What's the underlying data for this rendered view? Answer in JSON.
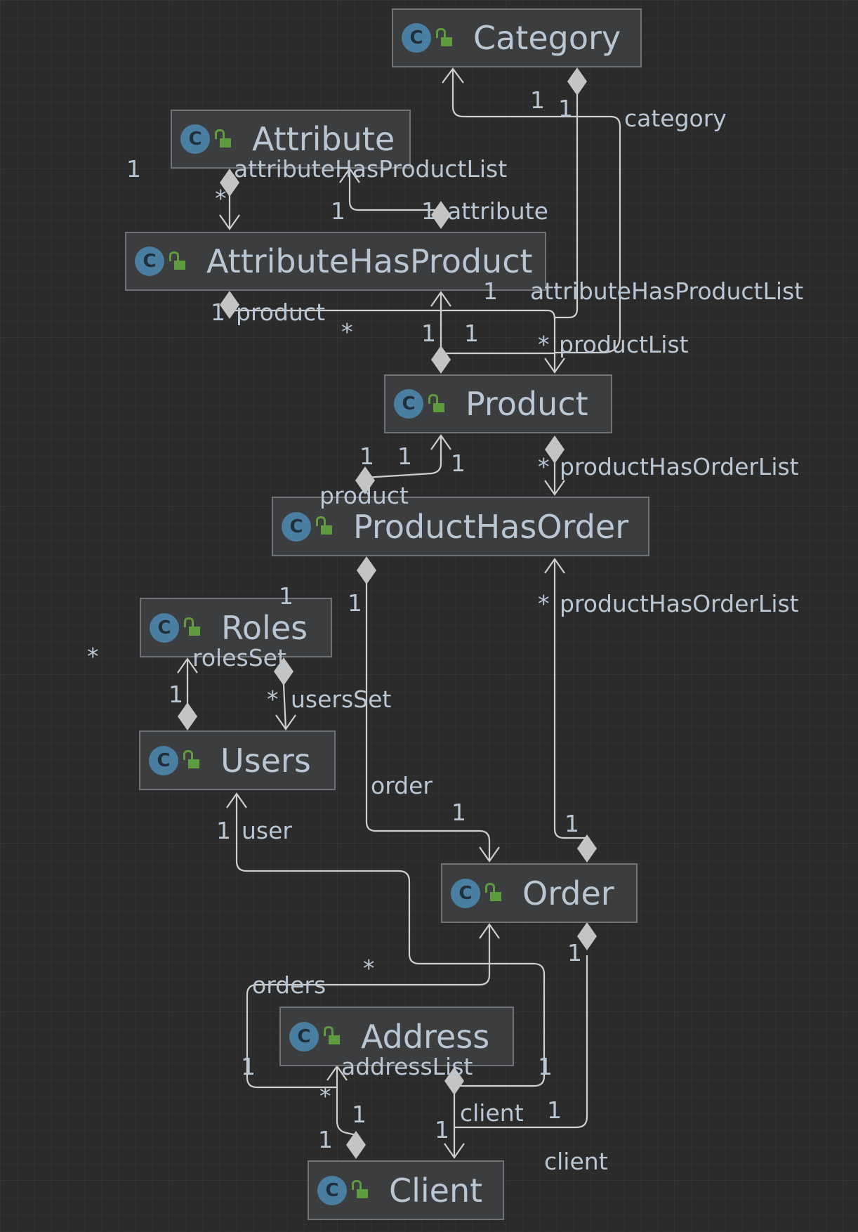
{
  "diagram": {
    "classes": [
      {
        "name": "Category",
        "icon": "class-icon",
        "visibility_icon": "public-lock-icon"
      },
      {
        "name": "Attribute",
        "icon": "class-icon",
        "visibility_icon": "public-lock-icon"
      },
      {
        "name": "AttributeHasProduct",
        "icon": "class-icon",
        "visibility_icon": "public-lock-icon"
      },
      {
        "name": "Product",
        "icon": "class-icon",
        "visibility_icon": "public-lock-icon"
      },
      {
        "name": "ProductHasOrder",
        "icon": "class-icon",
        "visibility_icon": "public-lock-icon"
      },
      {
        "name": "Roles",
        "icon": "class-icon",
        "visibility_icon": "public-lock-icon"
      },
      {
        "name": "Users",
        "icon": "class-icon",
        "visibility_icon": "public-lock-icon"
      },
      {
        "name": "Order",
        "icon": "class-icon",
        "visibility_icon": "public-lock-icon"
      },
      {
        "name": "Address",
        "icon": "class-icon",
        "visibility_icon": "public-lock-icon"
      },
      {
        "name": "Client",
        "icon": "class-icon",
        "visibility_icon": "public-lock-icon"
      }
    ],
    "class_icon_letter": "C",
    "labels": {
      "category": "category",
      "attributeHasProductList_top": "attributeHasProductList",
      "attribute": "attribute",
      "attributeHasProductList_right": "attributeHasProductList",
      "product_top": "product",
      "productList": "productList",
      "productHasOrderList_top": "productHasOrderList",
      "product_mid": "product",
      "productHasOrderList_mid": "productHasOrderList",
      "rolesSet": "rolesSet",
      "usersSet": "usersSet",
      "order": "order",
      "user": "user",
      "orders": "orders",
      "addressList": "addressList",
      "client_a": "client",
      "client_b": "client"
    },
    "multiplicities": {
      "m01": "1",
      "m02": "1",
      "m03": "1",
      "m04": "*",
      "m05": "1",
      "m06": "1",
      "m07": "1",
      "m08": "1",
      "m09": "*",
      "m10": "1",
      "m11": "1",
      "m12": "*",
      "m13": "1",
      "m14": "1",
      "m15": "1",
      "m16": "*",
      "m17": "1",
      "m18": "1",
      "m19": "*",
      "m20": "1",
      "m21": "*",
      "m22": "1",
      "m23": "*",
      "m24": "1",
      "m25": "1",
      "m26": "1",
      "m27": "1",
      "m28": "*",
      "m29": "1",
      "m30": "1",
      "m31": "*",
      "m32": "1",
      "m33": "1",
      "m34": "1",
      "m35": "1",
      "m36": "1"
    },
    "colors": {
      "background": "#2b2b2b",
      "node_fill": "#3b3d3f",
      "node_border": "#6f7377",
      "text": "#b9c6d4",
      "edge": "#cfcfcf",
      "class_icon": "#4a7fa1",
      "lock_icon": "#5f9c40"
    }
  }
}
